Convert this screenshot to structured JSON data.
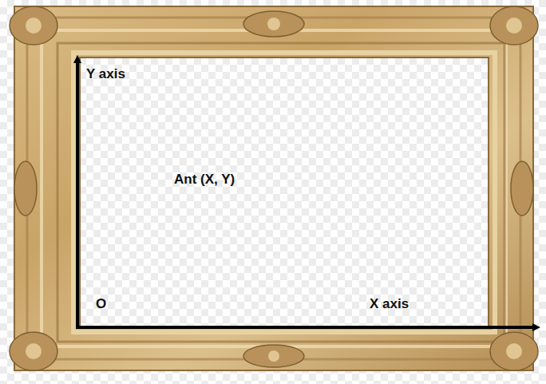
{
  "diagram": {
    "labels": [
      "Y axis",
      "Ant (X, Y)",
      "O",
      "X axis"
    ]
  }
}
